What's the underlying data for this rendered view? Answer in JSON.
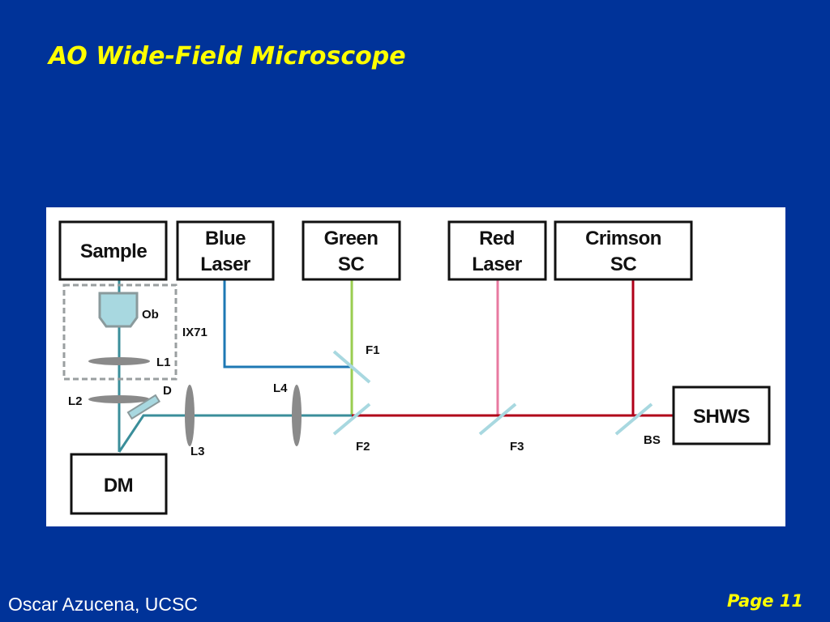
{
  "slide": {
    "title": "AO Wide-Field Microscope",
    "author": "Oscar Azucena, UCSC",
    "page": "Page 11"
  },
  "colors": {
    "background": "#003399",
    "title": "#FFFF00",
    "blue_beam": "#1E78B4",
    "green_beam": "#9ACD50",
    "red_beam": "#E87AA0",
    "crimson_beam": "#B00018",
    "common_beam": "#3A8E9A",
    "optic_gray": "#8A8A8A",
    "mirror": "#A8D8E0"
  },
  "diagram": {
    "boxes": {
      "sample": "Sample",
      "blue_laser": [
        "Blue",
        "Laser"
      ],
      "green_sc": [
        "Green",
        "SC"
      ],
      "red_laser": [
        "Red",
        "Laser"
      ],
      "crimson_sc": [
        "Crimson",
        "SC"
      ],
      "shws": "SHWS",
      "dm": "DM"
    },
    "labels": {
      "ob": "Ob",
      "ix71": "IX71",
      "l1": "L1",
      "l2": "L2",
      "d": "D",
      "l3": "L3",
      "l4": "L4",
      "f1": "F1",
      "f2": "F2",
      "f3": "F3",
      "bs": "BS"
    }
  }
}
